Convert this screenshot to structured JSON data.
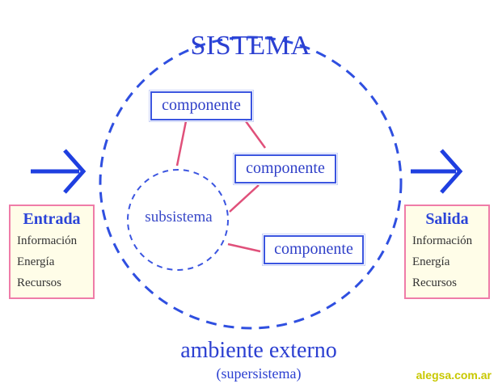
{
  "system": {
    "title": "SISTEMA",
    "components": [
      "componente",
      "componente",
      "componente"
    ],
    "subsystem": "subsistema"
  },
  "input": {
    "title": "Entrada",
    "items": [
      "Información",
      "Energía",
      "Recursos"
    ]
  },
  "output": {
    "title": "Salida",
    "items": [
      "Información",
      "Energía",
      "Recursos"
    ]
  },
  "environment": {
    "label": "ambiente externo",
    "sublabel": "(supersistema)"
  },
  "watermark": "alegsa.com.ar",
  "colors": {
    "system_blue": "#2b3fd1",
    "connector_pink": "#e0507a",
    "io_border_pink": "#ef7ca8",
    "io_background": "#fffde8",
    "watermark_yellow": "#c8c800"
  }
}
